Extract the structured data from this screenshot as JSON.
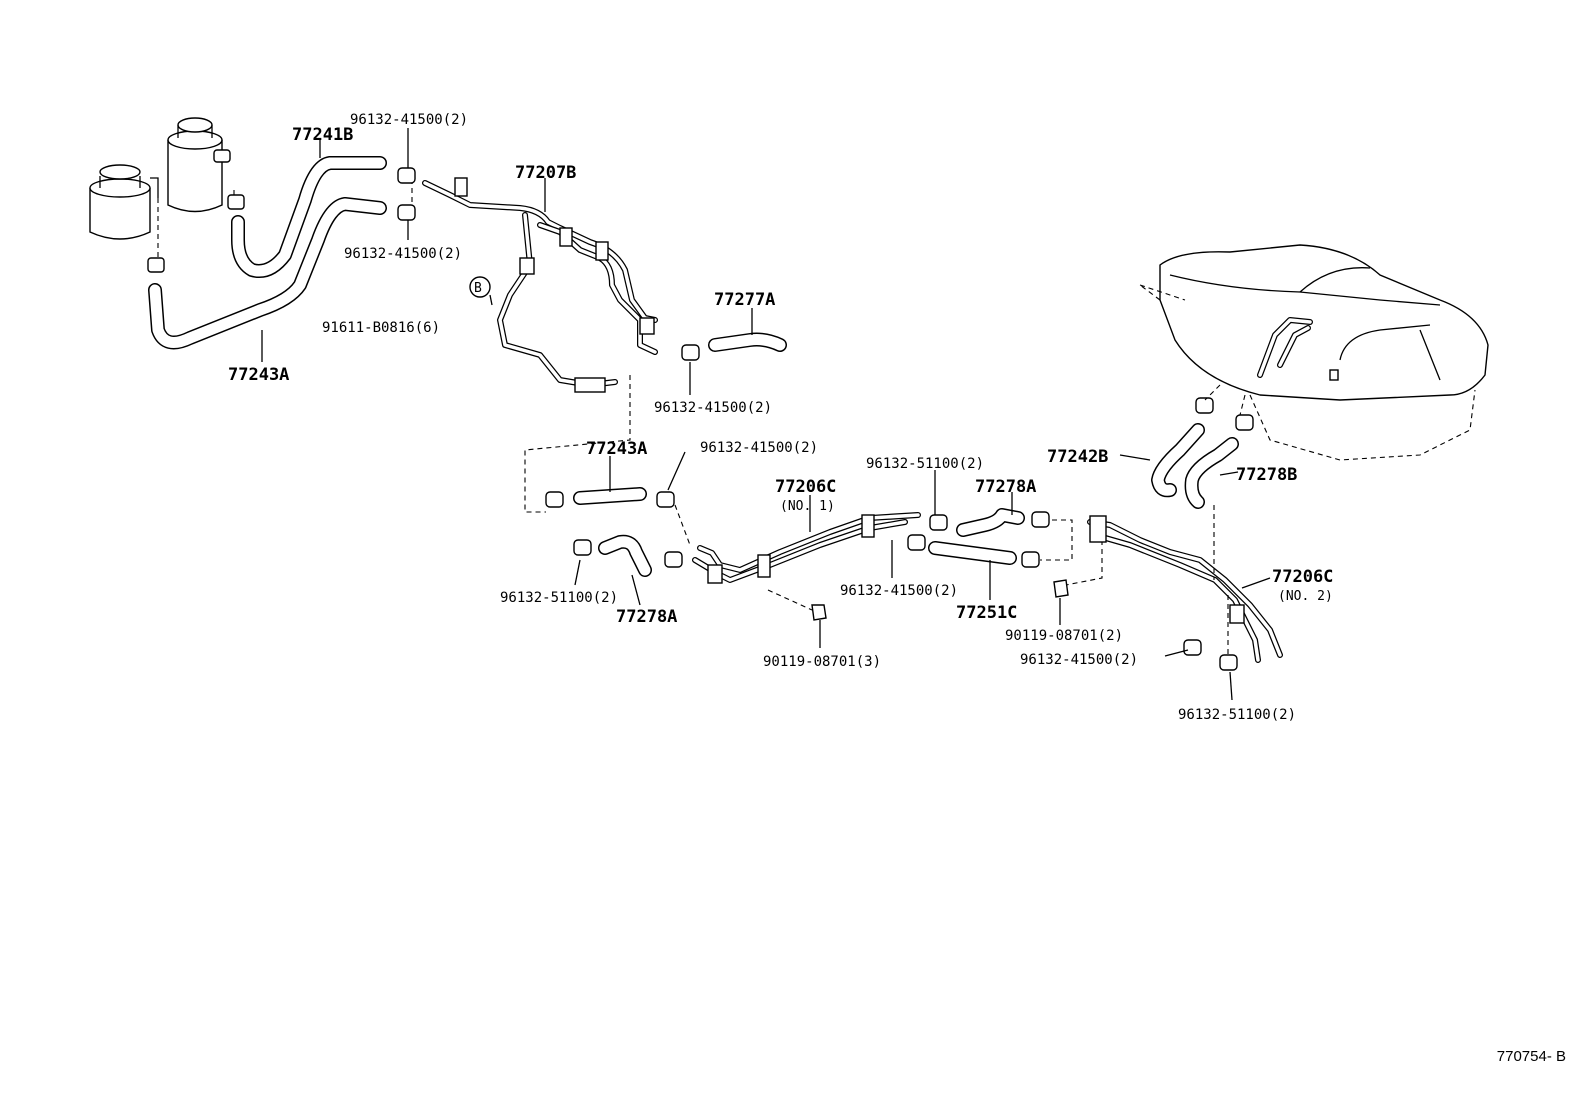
{
  "labels": {
    "p77241B": "77241B",
    "p77243A_top": "77243A",
    "p77207B": "77207B",
    "p77277A": "77277A",
    "p77243A_mid": "77243A",
    "p77206C_1": "77206C",
    "no1": "(NO. 1)",
    "p77278A_left": "77278A",
    "p77278A_right": "77278A",
    "p77251C": "77251C",
    "p77242B": "77242B",
    "p77278B": "77278B",
    "p77206C_2": "77206C",
    "no2": "(NO. 2)",
    "c96132_41500_a": "96132-41500(2)",
    "c96132_41500_b": "96132-41500(2)",
    "c96132_41500_c": "96132-41500(2)",
    "c96132_41500_d": "96132-41500(2)",
    "c96132_41500_e": "96132-41500(2)",
    "c96132_41500_f": "96132-41500(2)",
    "c96132_51100_a": "96132-51100(2)",
    "c96132_51100_b": "96132-51100(2)",
    "c96132_51100_c": "96132-51100(2)",
    "b91611": "91611-B0816(6)",
    "b90119_3": "90119-08701(3)",
    "b90119_2": "90119-08701(2)",
    "ref_b": "B"
  },
  "footer": {
    "code": "770754- B"
  },
  "colors": {
    "line": "#000000",
    "background": "#ffffff"
  }
}
